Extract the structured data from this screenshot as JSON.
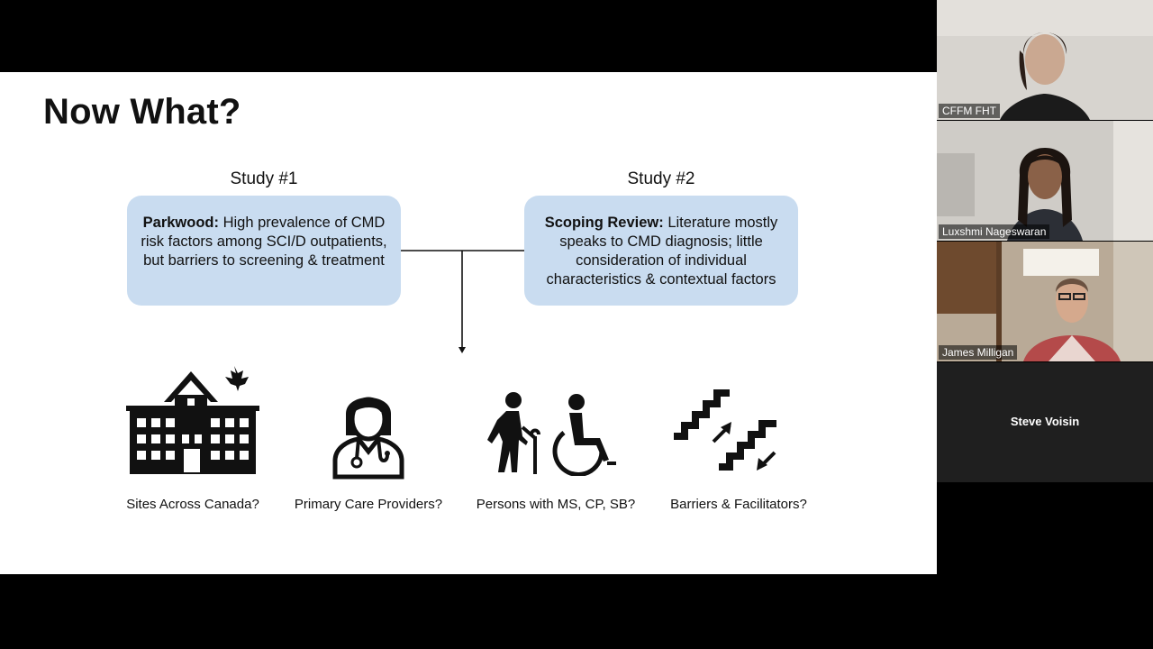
{
  "slide": {
    "title": "Now What?",
    "study1": {
      "label": "Study #1",
      "bold": "Parkwood:",
      "text": " High prevalence of CMD risk factors among SCI/D outpatients, but barriers to screening & treatment"
    },
    "study2": {
      "label": "Study #2",
      "bold": "Scoping Review:",
      "text": " Literature mostly speaks to CMD diagnosis; little consideration of individual characteristics & contextual factors"
    },
    "icons": [
      {
        "icon": "hospital-icon",
        "caption": "Sites Across Canada?"
      },
      {
        "icon": "doctor-icon",
        "caption": "Primary Care Providers?"
      },
      {
        "icon": "mobility-icon",
        "caption": "Persons with MS, CP, SB?"
      },
      {
        "icon": "stairs-icon",
        "caption": "Barriers & Facilitators?"
      }
    ]
  },
  "participants": [
    {
      "name": "CFFM FHT"
    },
    {
      "name": "Luxshmi Nageswaran"
    },
    {
      "name": "James Milligan"
    },
    {
      "name": "Steve Voisin"
    }
  ]
}
